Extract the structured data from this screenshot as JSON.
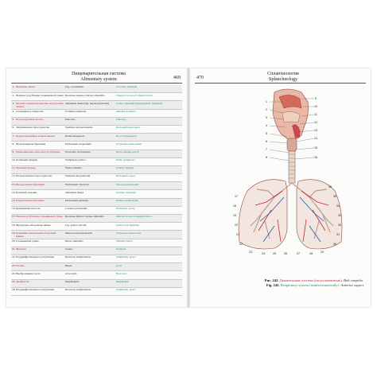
{
  "left_page": {
    "title_ru": "Пищеварительная система",
    "title_en": "Alimentary system",
    "page_number": "469",
    "rows": [
      {
        "num": "1.",
        "ru": "Венечная связка",
        "lat": "Lig. coronarium",
        "en": "Coronary ligament",
        "hl": true
      },
      {
        "num": "2.",
        "ru": "Верхнее углубление сальниковой сумки",
        "lat": "Recessus superior bursae omentalis",
        "en": "Superior recess of omental bursa",
        "hl": false
      },
      {
        "num": "3.",
        "ru": "Малый сальник (печеночно-желудочная связка)",
        "lat": "Omentum minus (lig. hepatogastricum)",
        "en": "Lesser omentum (hepatogastric ligament)",
        "hl": true
      },
      {
        "num": "4.",
        "ru": "Сальниковое отверстие",
        "lat": "Foramen omentale",
        "en": "Omental foramen",
        "hl": false
      },
      {
        "num": "5.",
        "ru": "Поджелудочная железа",
        "lat": "Pancreas",
        "en": "Pancreas",
        "hl": true
      },
      {
        "num": "6.",
        "ru": "Забрюшинное пространство",
        "lat": "Spatium retroperitoneale",
        "en": "Retroperitoneal space",
        "hl": false
      },
      {
        "num": "7.",
        "ru": "Корень брыжейки тонкой кишки",
        "lat": "Radix mesenterii",
        "en": "Root of mesentery",
        "hl": true
      },
      {
        "num": "8.",
        "ru": "Мочепузырная брюшина",
        "lat": "Peritoneum urogenitale",
        "en": "Urogenital peritoneum",
        "hl": false
      },
      {
        "num": "9.",
        "ru": "Прямокишечно-маточное углубление",
        "lat": "Excavatio rectouterina",
        "en": "Recto-uterine pouch",
        "hl": true
      },
      {
        "num": "10.",
        "ru": "Лобковый симфиз",
        "lat": "Symphysis pubica",
        "en": "Pubic symphysis",
        "hl": false
      },
      {
        "num": "11.",
        "ru": "Мочевой пузырь",
        "lat": "Vesica urinaria",
        "en": "Urinary bladder",
        "hl": true
      },
      {
        "num": "12.",
        "ru": "Позадилобковое пространство",
        "lat": "Spatium retropubicum",
        "en": "Retropubic space",
        "hl": false
      },
      {
        "num": "13.",
        "ru": "Висцеральная брюшина",
        "lat": "Peritoneum viscerale",
        "en": "Visceral peritoneum",
        "hl": true
      },
      {
        "num": "14.",
        "ru": "Большой сальник",
        "lat": "Omentum majus",
        "en": "Greater omentum",
        "hl": false
      },
      {
        "num": "15.",
        "ru": "Париетальная брюшина",
        "lat": "Peritoneum parietale",
        "en": "Parietal peritoneum",
        "hl": true
      },
      {
        "num": "16.",
        "ru": "Брюшинная полость",
        "lat": "Cavitas peritonealis",
        "en": "Peritoneal cavity",
        "hl": false
      },
      {
        "num": "17.",
        "ru": "Нижнее углубление сальниковой сумки",
        "lat": "Recessus inferior bursae omentalis",
        "en": "Inferior recess of omental bursa",
        "hl": true
      },
      {
        "num": "18.",
        "ru": "Желудочно-ободочная связка",
        "lat": "Lig. gastrocolicum",
        "en": "Gastrocolic ligament",
        "hl": false
      },
      {
        "num": "19.",
        "ru": "Брыжейка поперечной ободочной кишки",
        "lat": "Mesocolon transversum",
        "en": "Transverse mesocolon",
        "hl": true
      },
      {
        "num": "20.",
        "ru": "Сальниковая сумка",
        "lat": "Bursa omentalis",
        "en": "Omental bursa",
        "hl": false
      },
      {
        "num": "21.",
        "ru": "Желудок",
        "lat": "Gaster",
        "en": "Stomach",
        "hl": true
      },
      {
        "num": "22.",
        "ru": "Поддиафрагмальное углубление",
        "lat": "Recessus subphrenicus",
        "en": "Subphrenic space",
        "hl": false
      },
      {
        "num": "23.",
        "ru": "Печень",
        "lat": "Hepar",
        "en": "Liver",
        "hl": true
      },
      {
        "num": "24.",
        "ru": "Внеброшинное поле",
        "lat": "Area nuda",
        "en": "Bare area",
        "hl": false
      },
      {
        "num": "25.",
        "ru": "Диафрагма",
        "lat": "Diaphragma",
        "en": "Diaphragm",
        "hl": true
      },
      {
        "num": "26.",
        "ru": "Поддиафрагмальное углубление",
        "lat": "Recessus subphrenicus",
        "en": "Subphrenic space",
        "hl": false
      }
    ]
  },
  "right_page": {
    "title_ru": "Спланхнология",
    "title_en": "Splanchnology",
    "page_number": "470",
    "caption": {
      "ru_label": "Рис. 242.",
      "ru_text": "Дыхательная система (полусхематично).",
      "ru_aspect": "Вид спереди.",
      "en_label": "Fig. 242.",
      "en_text": "Respiratory system (semischematically).",
      "en_aspect": "Anterior aspect"
    },
    "figure_labels": [
      "1",
      "2",
      "3",
      "4",
      "5",
      "6",
      "7",
      "8",
      "9",
      "10",
      "11",
      "12",
      "13",
      "14",
      "15",
      "16",
      "17",
      "18",
      "19",
      "20",
      "21",
      "22",
      "23",
      "24",
      "25",
      "26",
      "27",
      "28",
      "29",
      "30",
      "31",
      "32",
      "33",
      "34",
      "35",
      "36"
    ]
  }
}
